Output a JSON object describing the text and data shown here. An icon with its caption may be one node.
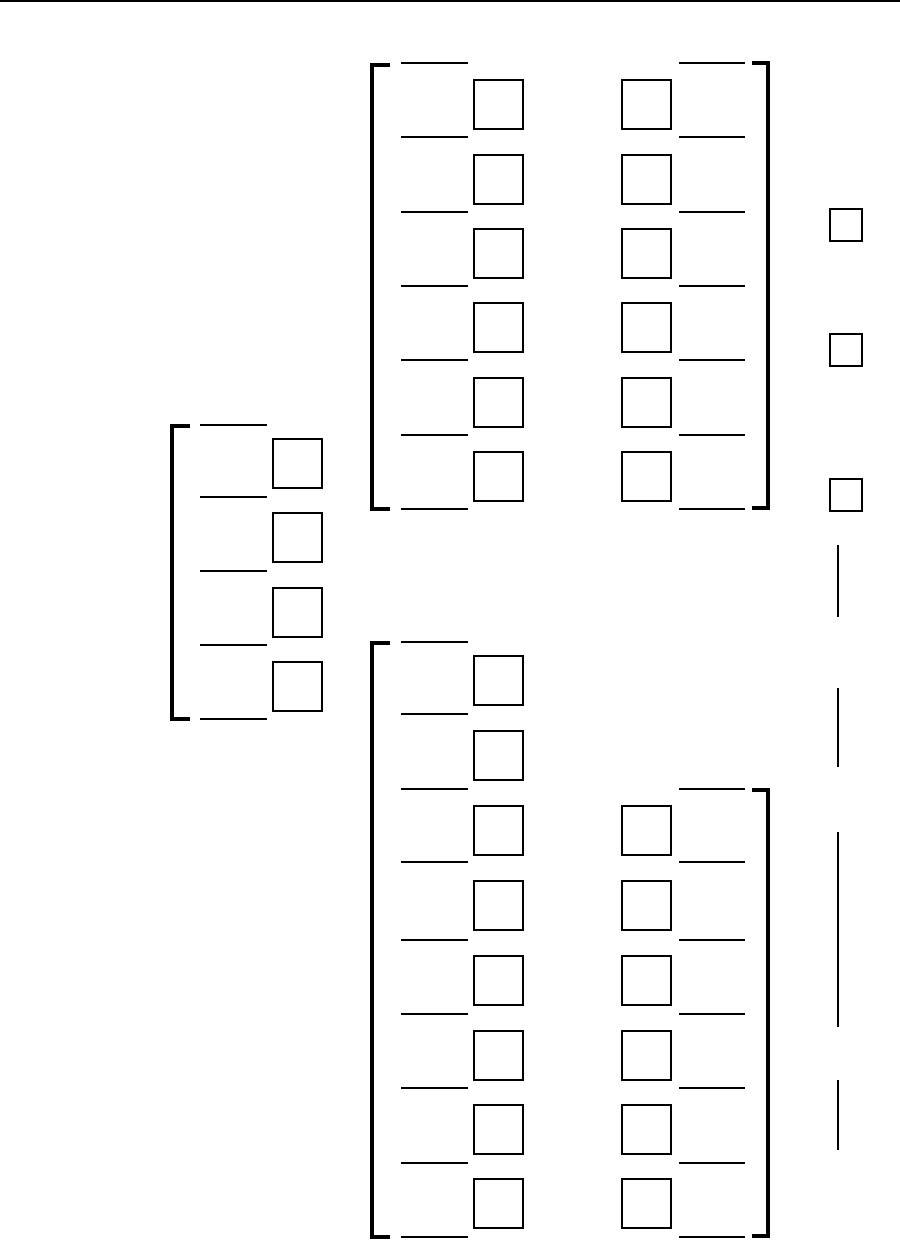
{
  "diagram": {
    "nodes": [
      {
        "text": [],
        "shape": "box"
      },
      {
        "text": [],
        "shape": "box"
      },
      {
        "text": [],
        "shape": "box"
      },
      {
        "text": [],
        "shape": "box"
      },
      {
        "text": [],
        "shape": "box"
      },
      {
        "text": [],
        "shape": "box"
      },
      {
        "text": [],
        "shape": "box"
      },
      {
        "text": [],
        "shape": "box"
      },
      {
        "text": [],
        "shape": "box"
      },
      {
        "text": [],
        "shape": "box"
      },
      {
        "text": [],
        "shape": "box"
      },
      {
        "text": [],
        "shape": "box"
      },
      {
        "text": [],
        "shape": "box"
      },
      {
        "text": [],
        "shape": "box"
      },
      {
        "text": [],
        "shape": "box"
      },
      {
        "text": [],
        "shape": "box"
      },
      {
        "text": [],
        "shape": "box"
      },
      {
        "text": [],
        "shape": "box"
      },
      {
        "text": [],
        "shape": "box"
      },
      {
        "text": [],
        "shape": "box"
      },
      {
        "text": [],
        "shape": "box"
      },
      {
        "text": [],
        "shape": "box"
      },
      {
        "text": [],
        "shape": "box"
      },
      {
        "text": [],
        "shape": "box"
      },
      {
        "text": [],
        "shape": "box"
      },
      {
        "text": [],
        "shape": "box"
      },
      {
        "text": [],
        "shape": "box"
      },
      {
        "text": [],
        "shape": "box"
      },
      {
        "text": [],
        "shape": "box"
      },
      {
        "text": [],
        "shape": "box"
      },
      {
        "text": [],
        "shape": "box"
      },
      {
        "text": [],
        "shape": "box"
      },
      {
        "text": [],
        "shape": "box"
      }
    ]
  }
}
